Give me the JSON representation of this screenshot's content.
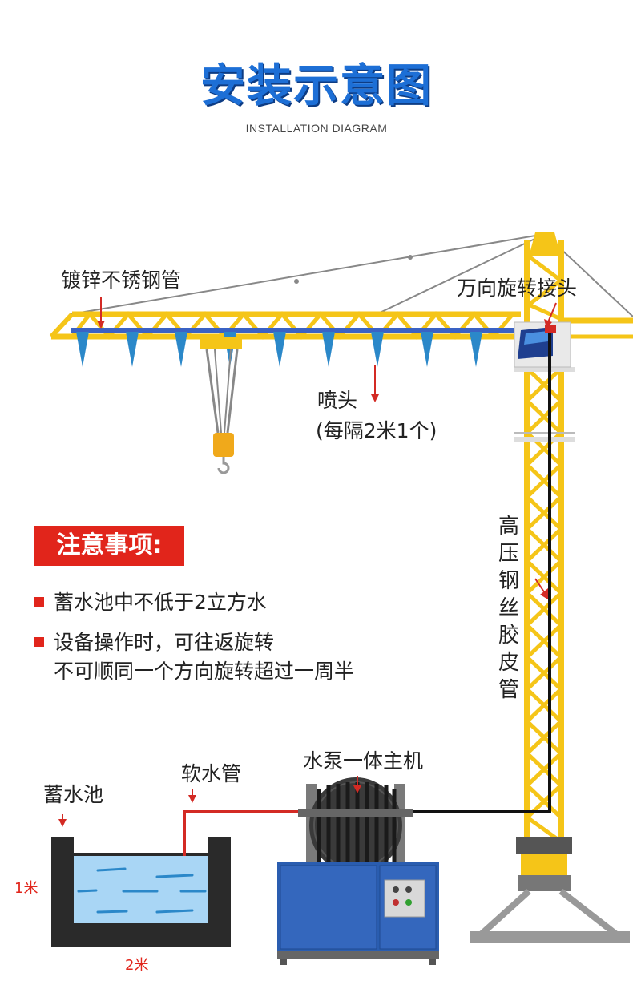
{
  "header": {
    "title": "安装示意图",
    "subtitle": "INSTALLATION DIAGRAM"
  },
  "labels": {
    "galvanized_pipe": "镀锌不锈钢管",
    "swivel_joint": "万向旋转接头",
    "nozzle": "喷头",
    "nozzle_spacing": "(每隔2米1个)",
    "hose_vertical": "高压钢丝胶皮管",
    "pump_unit": "水泵一体主机",
    "soft_pipe": "软水管",
    "reservoir": "蓄水池",
    "depth": "1米",
    "width": "2米"
  },
  "notice": {
    "heading": "注意事项:",
    "items": [
      "蓄水池中不低于2立方水",
      "设备操作时，可往返旋转",
      "不可顺同一个方向旋转超过一周半"
    ]
  },
  "colors": {
    "title_blue": "#1d6fd6",
    "crane_yellow": "#f5c518",
    "alert_red": "#e1251b",
    "water_blue": "#a9d6f5",
    "machine_blue": "#2a5db0"
  }
}
